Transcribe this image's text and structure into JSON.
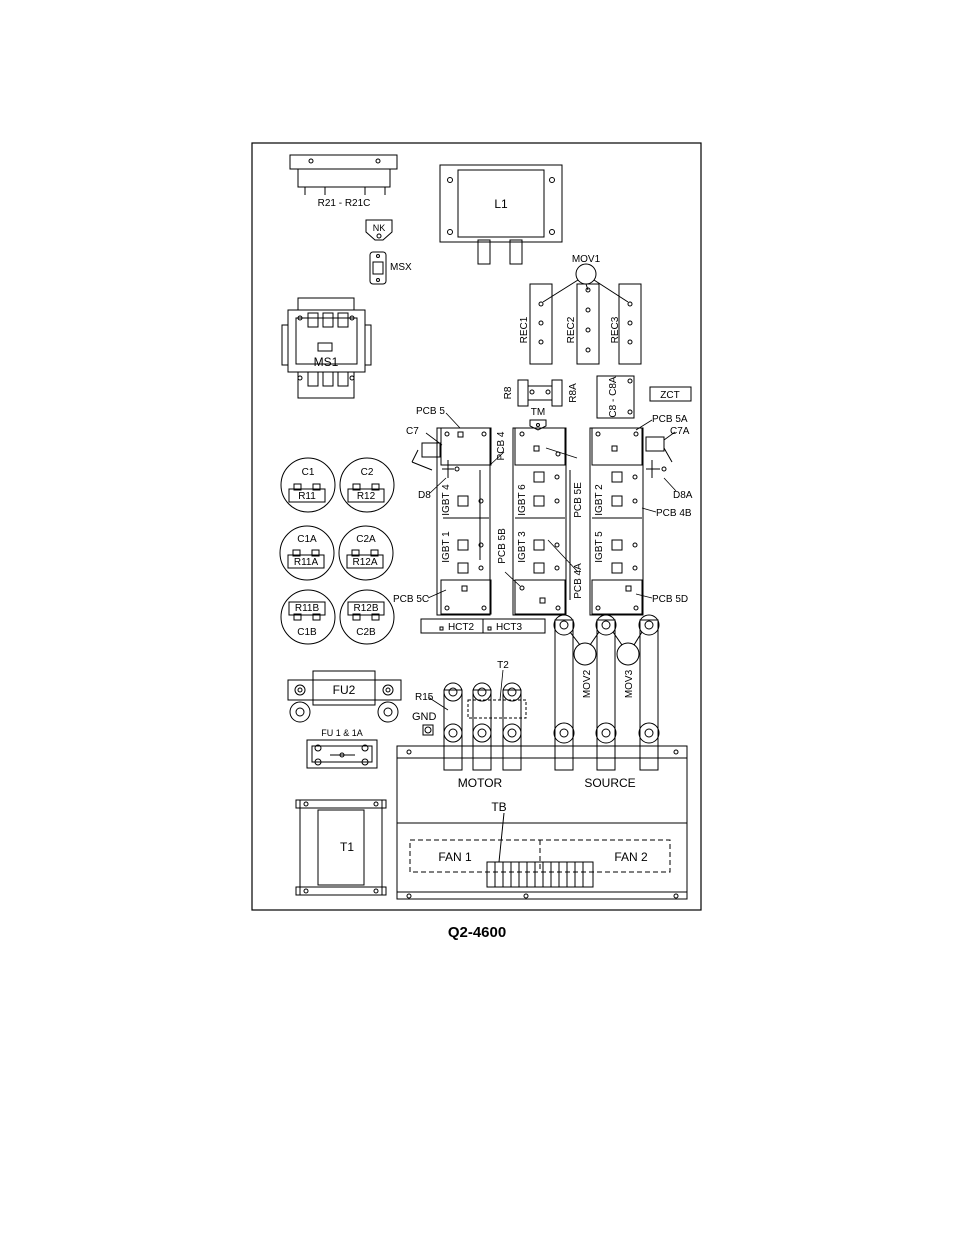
{
  "caption": "Q2-4600",
  "labels": {
    "r21": "R21 - R21C",
    "l1": "L1",
    "nk": "NK",
    "msx": "MSX",
    "mov1": "MOV1",
    "rec1": "REC1",
    "rec2": "REC2",
    "rec3": "REC3",
    "ms1": "MS1",
    "r8": "R8",
    "r8a": "R8A",
    "c8": "C8 - C8A",
    "zct": "ZCT",
    "tm": "TM",
    "pcb5": "PCB 5",
    "pcb4": "PCB 4",
    "pcb5a": "PCB 5A",
    "c7": "C7",
    "c7a": "C7A",
    "c1": "C1",
    "c2": "C2",
    "r11": "R11",
    "r12": "R12",
    "d8": "D8",
    "d8a": "D8A",
    "igbt4": "IGBT 4",
    "igbt6": "IGBT 6",
    "igbt2": "IGBT 2",
    "pcb5e": "PCB 5E",
    "pcb4b": "PCB 4B",
    "c1a": "C1A",
    "c2a": "C2A",
    "r11a": "R11A",
    "r12a": "R12A",
    "igbt1": "IGBT 1",
    "igbt3": "IGBT 3",
    "igbt5": "IGBT 5",
    "pcb5b": "PCB 5B",
    "pcb4a": "PCB 4A",
    "r11b": "R11B",
    "r12b": "R12B",
    "c1b": "C1B",
    "c2b": "C2B",
    "pcb5c": "PCB 5C",
    "pcb5d": "PCB 5D",
    "hct2": "HCT2",
    "hct3": "HCT3",
    "fu2": "FU2",
    "t2": "T2",
    "r15": "R15",
    "gnd": "GND",
    "mov2": "MOV2",
    "mov3": "MOV3",
    "fu1": "FU 1 & 1A",
    "motor": "MOTOR",
    "source": "SOURCE",
    "tb": "TB",
    "t1": "T1",
    "fan1": "FAN 1",
    "fan2": "FAN 2"
  }
}
